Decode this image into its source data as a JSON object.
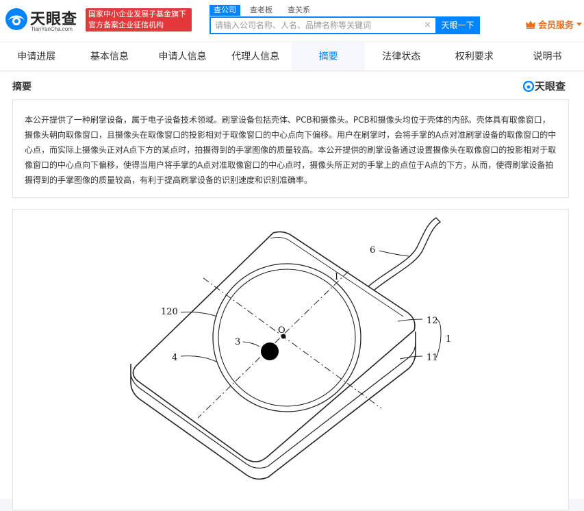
{
  "header": {
    "logo_text": "天眼查",
    "logo_subtext": "TianYanCha.com",
    "badge_line1": "国家中小企业发展子基金旗下",
    "badge_line2": "官方备案企业征信机构",
    "search_tabs": [
      "查公司",
      "查老板",
      "查关系"
    ],
    "search_placeholder": "请输入公司名称、人名、品牌名称等关键词",
    "search_button": "天眼一下",
    "member_label": "会员服务"
  },
  "nav": {
    "items": [
      "申请进展",
      "基本信息",
      "申请人信息",
      "代理人信息",
      "摘要",
      "法律状态",
      "权利要求",
      "说明书"
    ],
    "active_index": 4
  },
  "panel": {
    "title": "摘要",
    "logo_text": "天眼查",
    "abstract": "本公开提供了一种刷掌设备，属于电子设备技术领域。刷掌设备包括壳体、PCB和摄像头。PCB和摄像头均位于壳体的内部。壳体具有取像窗口，摄像头朝向取像窗口，且摄像头在取像窗口的投影相对于取像窗口的中心点向下偏移。用户在刷掌时，会将手掌的A点对准刷掌设备的取像窗口的中心点，而实际上摄像头正对A点下方的某点时，拍摄得到的手掌图像的质量较高。本公开提供的刷掌设备通过设置摄像头在取像窗口的投影相对于取像窗口的中心点向下偏移，使得当用户将手掌的A点对准取像窗口的中心点时，摄像头所正对的手掌上的点位于A点的下方，从而，使得刷掌设备拍摄得到的手掌图像的质量较高，有利于提高刷掌设备的识别速度和识别准确率。"
  },
  "figure": {
    "labels": {
      "l6": "6",
      "lI": "I",
      "l120": "120",
      "l12": "12",
      "l1": "1",
      "lO": "O",
      "l3": "3",
      "l4": "4",
      "l11": "11"
    }
  },
  "colors": {
    "brand_blue": "#0084ff",
    "badge_red": "#e4393c",
    "member_orange": "#e9711c"
  }
}
